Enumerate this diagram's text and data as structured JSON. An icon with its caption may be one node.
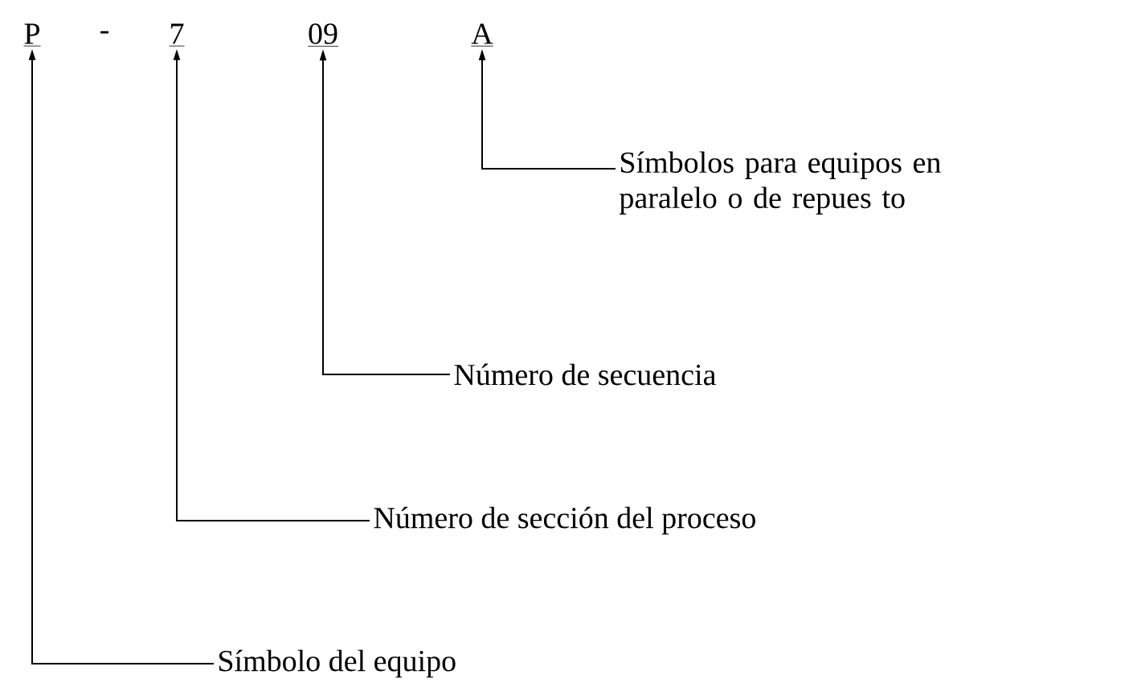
{
  "diagram": {
    "nodes": [
      {
        "text": [
          "P"
        ]
      },
      {
        "text": [
          "7"
        ]
      },
      {
        "text": [
          "09"
        ]
      },
      {
        "text": [
          "A"
        ]
      },
      {
        "text": [
          "Símbolos para equipos en paralelo o de repues to"
        ]
      },
      {
        "text": [
          "Número de secuencia"
        ]
      },
      {
        "text": [
          "Número de sección del proceso"
        ]
      },
      {
        "text": [
          "Símbolo del equipo"
        ]
      }
    ],
    "edges": [
      {
        "from": 4,
        "to": 3,
        "arrow": "to"
      },
      {
        "from": 5,
        "to": 2,
        "arrow": "to"
      },
      {
        "from": 6,
        "to": 1,
        "arrow": "to"
      },
      {
        "from": 7,
        "to": 0,
        "arrow": "to"
      }
    ],
    "labels": [
      "-"
    ]
  }
}
